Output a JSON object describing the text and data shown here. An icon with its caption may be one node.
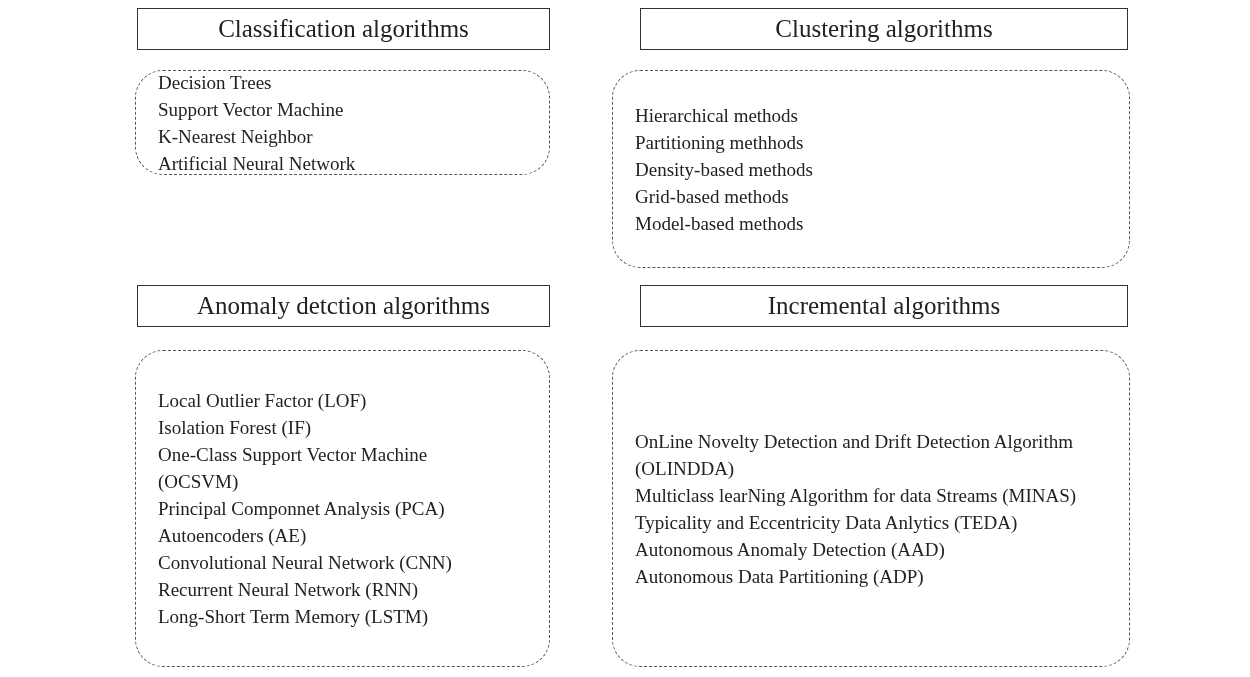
{
  "diagram": {
    "nodes": [
      {
        "text": [
          "Classification algorithms"
        ]
      },
      {
        "text": [
          "Clustering algorithms"
        ]
      },
      {
        "text": [
          "Decision Trees",
          "Support Vector Machine",
          "K-Nearest Neighbor",
          "Artificial Neural Network"
        ]
      },
      {
        "text": [
          "Hierarchical methods",
          "Partitioning methhods",
          "Density-based methods",
          "Grid-based methods",
          "Model-based methods"
        ]
      },
      {
        "text": [
          "Anomaly detction algorithms"
        ]
      },
      {
        "text": [
          "Incremental algorithms"
        ]
      },
      {
        "text": [
          "Local Outlier Factor (LOF)",
          "Isolation Forest (IF)",
          "One-Class Support Vector Machine (OCSVM)",
          "Principal Componnet Analysis (PCA)",
          "Autoencoders (AE)",
          "Convolutional Neural Network (CNN)",
          "Recurrent Neural Network (RNN)",
          "Long-Short Term Memory (LSTM)"
        ]
      },
      {
        "text": [
          "OnLine Novelty Detection and Drift Detection Algorithm (OLINDDA)",
          "Multiclass learNing Algorithm for data Streams (MINAS)",
          "Typicality and Eccentricity Data Anlytics (TEDA)",
          "Autonomous Anomaly Detection (AAD)",
          "Autonomous Data Partitioning (ADP)"
        ]
      }
    ]
  }
}
